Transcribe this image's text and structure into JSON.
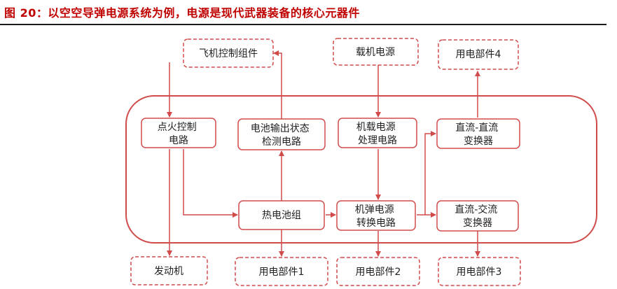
{
  "figure": {
    "title": "图 20：以空空导弹电源系统为例，电源是现代武器装备的核心元器件"
  },
  "colors": {
    "accent": "#c00000",
    "line": "#d24b4b",
    "text": "#222222"
  },
  "nodes": {
    "flight_control": [
      "飞机控制组件"
    ],
    "onboard_power": [
      "载机电源"
    ],
    "load4": [
      "用电部件4"
    ],
    "ignition": [
      "点火控制",
      "电路"
    ],
    "battery_monitor": [
      "电池输出状态",
      "检测电路"
    ],
    "onboard_proc": [
      "机载电源",
      "处理电路"
    ],
    "dcdc": [
      "直流-直流",
      "变换器"
    ],
    "thermal_battery": [
      "热电池组"
    ],
    "missile_power": [
      "机弹电源",
      "转换电路"
    ],
    "dcac": [
      "直流-交流",
      "变换器"
    ],
    "engine": [
      "发动机"
    ],
    "load1": [
      "用电部件1"
    ],
    "load2": [
      "用电部件2"
    ],
    "load3": [
      "用电部件3"
    ]
  }
}
